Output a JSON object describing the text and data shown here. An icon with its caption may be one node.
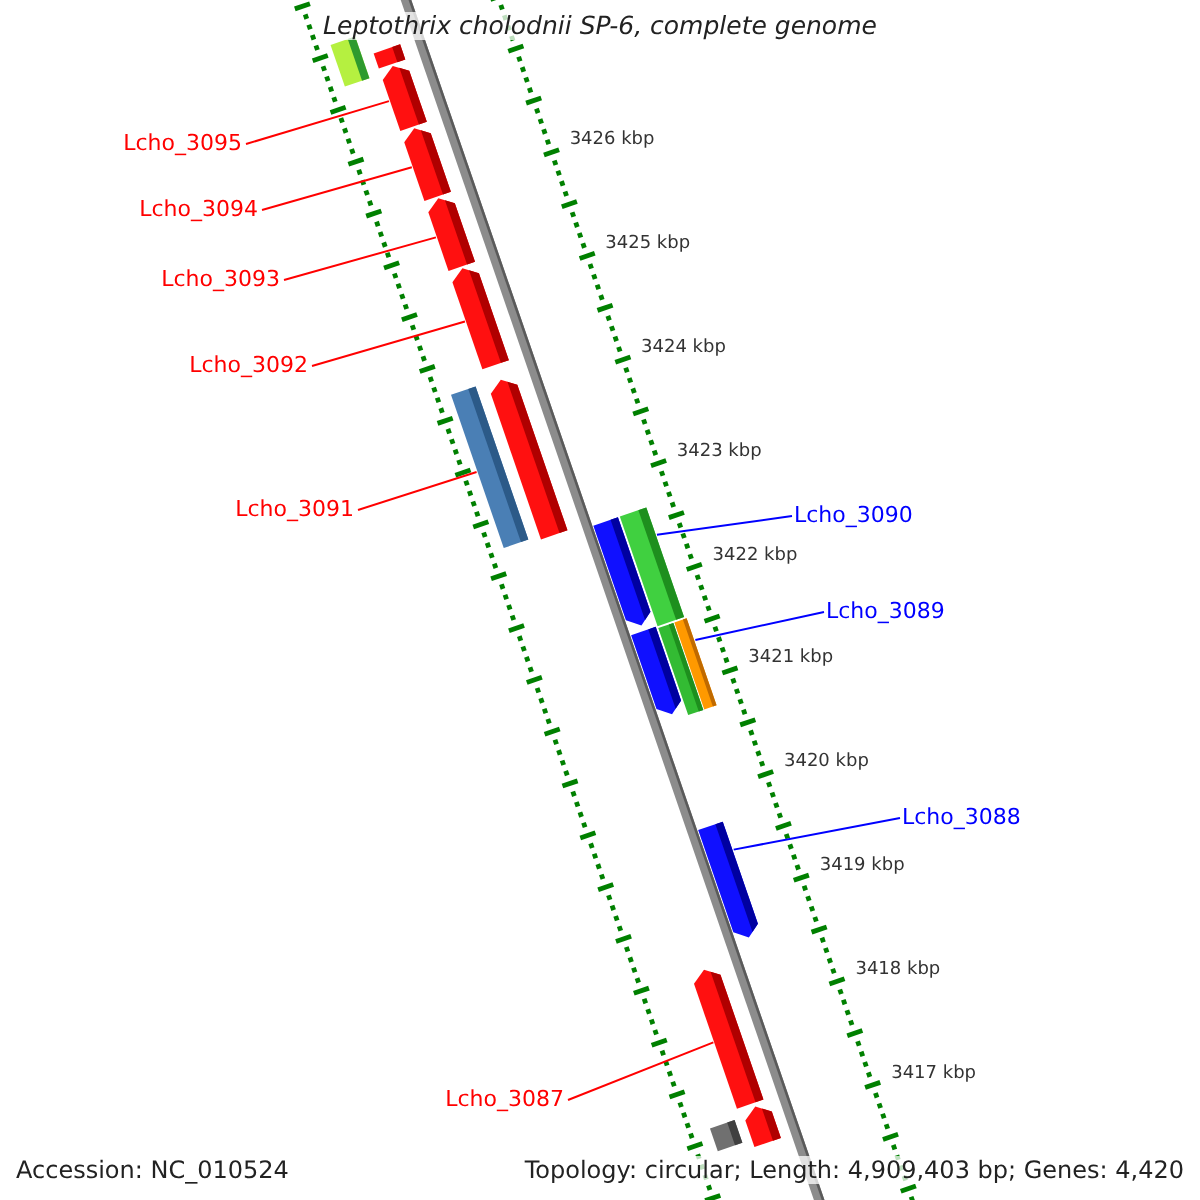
{
  "diagram": {
    "title": "Leptothrix cholodnii SP-6, complete genome",
    "nodes": [
      {
        "text": [
          "Lcho_3095"
        ]
      },
      {
        "text": [
          "Lcho_3094"
        ]
      },
      {
        "text": [
          "Lcho_3093"
        ]
      },
      {
        "text": [
          "Lcho_3092"
        ]
      },
      {
        "text": [
          "Lcho_3091"
        ]
      },
      {
        "text": [
          "Lcho_3090"
        ]
      },
      {
        "text": [
          "Lcho_3089"
        ]
      },
      {
        "text": [
          "Lcho_3088"
        ]
      },
      {
        "text": [
          "Lcho_3087"
        ]
      },
      {
        "text": [],
        "shape": "bar"
      },
      {
        "text": [],
        "shape": "bar"
      },
      {
        "text": [],
        "shape": "bar"
      },
      {
        "text": [],
        "shape": "bar"
      },
      {
        "text": [],
        "shape": "bar"
      },
      {
        "text": [],
        "shape": "bar"
      },
      {
        "text": [],
        "shape": "bar"
      },
      {
        "text": [],
        "shape": "bar"
      },
      {
        "text": [],
        "shape": "bar"
      },
      {
        "text": [],
        "shape": "bar"
      },
      {
        "text": [],
        "shape": "bar"
      },
      {
        "text": [],
        "shape": "bar"
      },
      {
        "text": [],
        "shape": "bar"
      },
      {
        "text": [],
        "shape": "bar"
      },
      {
        "text": [],
        "shape": "bar"
      },
      {
        "text": [],
        "shape": "bar"
      },
      {
        "text": [],
        "shape": "bar"
      }
    ],
    "edges": [
      {
        "from": 0,
        "to": 11,
        "arrow": "none"
      },
      {
        "from": 1,
        "to": 12,
        "arrow": "none"
      },
      {
        "from": 2,
        "to": 13,
        "arrow": "none"
      },
      {
        "from": 3,
        "to": 14,
        "arrow": "none"
      },
      {
        "from": 4,
        "to": 15,
        "arrow": "none"
      },
      {
        "from": 5,
        "to": 18,
        "arrow": "none",
        "color": "#0000ff"
      },
      {
        "from": 6,
        "to": 21,
        "arrow": "none",
        "color": "#0000ff"
      },
      {
        "from": 7,
        "to": 22,
        "arrow": "none",
        "color": "#0000ff"
      },
      {
        "from": 8,
        "to": 23,
        "arrow": "none"
      }
    ],
    "labels": [
      "3426 kbp",
      "3425 kbp",
      "3424 kbp",
      "3423 kbp",
      "3422 kbp",
      "3421 kbp",
      "3420 kbp",
      "3419 kbp",
      "3418 kbp",
      "3417 kbp",
      "Accession: NC_010524",
      "Topology: circular; Length: 4,909,403 bp; Genes: 4,420"
    ]
  }
}
